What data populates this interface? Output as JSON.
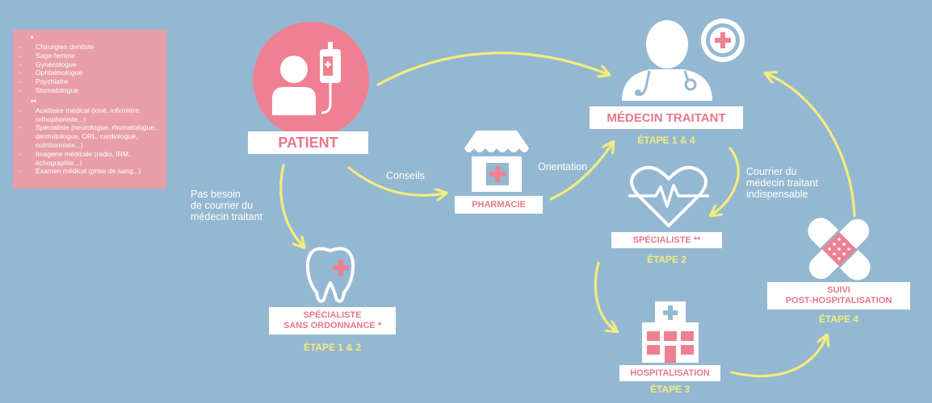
{
  "legend": {
    "mark1": "*",
    "group1": [
      "Chirurgien dentiste",
      "Sage-femme",
      "Gynécologue",
      "Ophtalmologue",
      "Psychiatre",
      "Stomatologue"
    ],
    "mark2": "**",
    "group2": [
      "Auxiliaire médical (kiné, infirmière, orthophoniste...)",
      "Spécialiste (neurologue, rhumatologue, dermatologue, ORL, cardiologue, nutritionniste...)",
      "Imagerie médicale (radio, IRM, échographie...)",
      "Examen médical (prise de sang...)"
    ]
  },
  "nodes": {
    "patient": {
      "label": "PATIENT"
    },
    "pharmacie": {
      "label": "PHARMACIE"
    },
    "medecin": {
      "label": "MÉDECIN TRAITANT",
      "etape": "ÉTAPE 1 & 4"
    },
    "specialiste": {
      "label": "SPÉCIALISTE **",
      "etape": "ÉTAPE 2"
    },
    "sans_ordonnance": {
      "line1": "SPÉCIALISTE",
      "line2": "SANS ORDONNANCE *",
      "etape": "ÉTAPE 1 & 2"
    },
    "hospitalisation": {
      "label": "HOSPITALISATION",
      "etape": "ÉTAPE 3"
    },
    "suivi": {
      "line1": "SUIVI",
      "line2": "POST-HOSPITALISATION",
      "etape": "ÉTAPE 4"
    }
  },
  "edges": {
    "conseils": "Conseils",
    "orientation": "Orientation",
    "pas_besoin": [
      "Pas besoin",
      "de courrier du",
      "médecin traitant"
    ],
    "courrier": [
      "Courrier du",
      "médecin traitant",
      "indispensable"
    ]
  },
  "colors": {
    "background": "#94b8d2",
    "pink": "#ee8092",
    "arrow": "#f4ec7c",
    "white": "#ffffff"
  }
}
